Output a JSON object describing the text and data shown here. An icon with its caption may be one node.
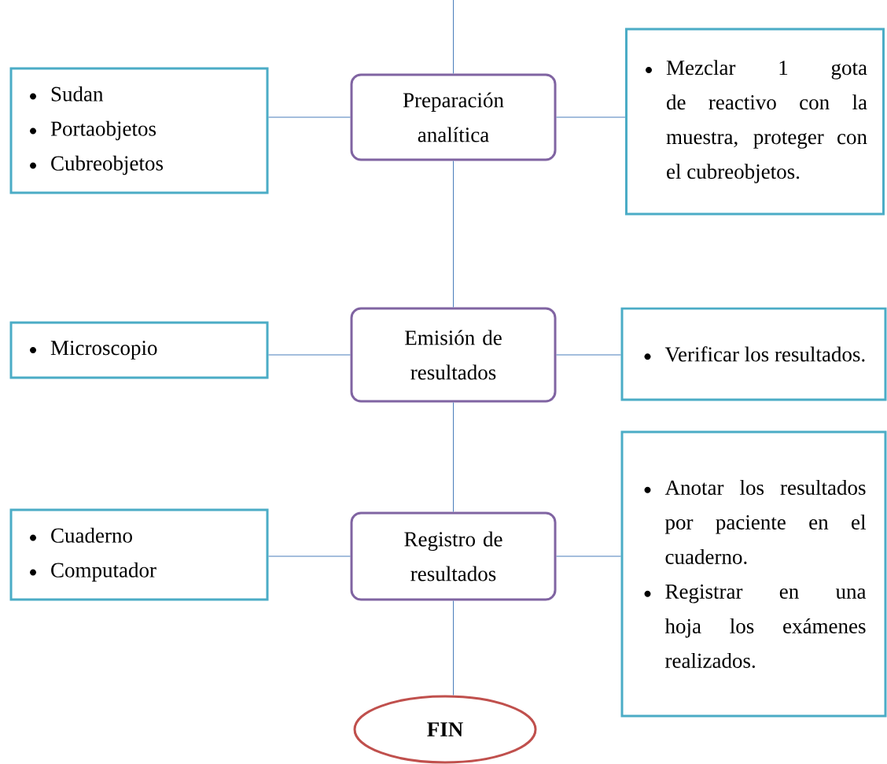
{
  "diagram": {
    "nodes": [
      {
        "text": [
          "Sudan",
          "Portaobjetos",
          "Cubreobjetos"
        ]
      },
      {
        "text": [
          "Preparación analítica"
        ]
      },
      {
        "text": [
          "Mezclar 1 gota de reactivo con la muestra, proteger con el cubreobjetos."
        ]
      },
      {
        "text": [
          "Microscopio"
        ]
      },
      {
        "text": [
          "Emisión de resultados"
        ]
      },
      {
        "text": [
          "Verificar los resultados."
        ]
      },
      {
        "text": [
          "Cuaderno",
          "Computador"
        ]
      },
      {
        "text": [
          "Registro de resultados"
        ]
      },
      {
        "text": [
          "Anotar los resultados por paciente en el cuaderno.",
          "Registrar en una hoja los exámenes realizados."
        ]
      },
      {
        "text": [
          "FIN"
        ]
      }
    ],
    "edges": [
      {
        "from": null,
        "to": 1,
        "arrow": "none"
      },
      {
        "from": 0,
        "to": 1,
        "arrow": "none"
      },
      {
        "from": 1,
        "to": 2,
        "arrow": "none"
      },
      {
        "from": 1,
        "to": 4,
        "arrow": "none"
      },
      {
        "from": 3,
        "to": 4,
        "arrow": "none"
      },
      {
        "from": 4,
        "to": 5,
        "arrow": "none"
      },
      {
        "from": 4,
        "to": 7,
        "arrow": "none"
      },
      {
        "from": 6,
        "to": 7,
        "arrow": "none"
      },
      {
        "from": 7,
        "to": 8,
        "arrow": "none"
      },
      {
        "from": 7,
        "to": 9,
        "arrow": "none"
      }
    ]
  }
}
